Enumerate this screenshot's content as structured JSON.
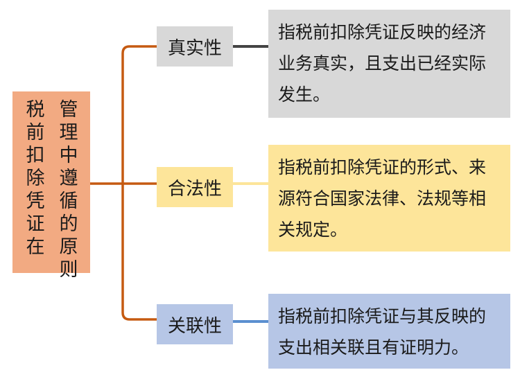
{
  "root": {
    "line1": "税前扣除凭证在",
    "line2": "管理中遵循的原则"
  },
  "principles": [
    {
      "label": "真实性",
      "description": "指税前扣除凭证反映的经济业务真实，且支出已经实际发生。",
      "color": "#d8d8d8",
      "connector": "#444444"
    },
    {
      "label": "合法性",
      "description": "指税前扣除凭证的形式、来源符合国家法律、法规等相关规定。",
      "color": "#fde59a",
      "connector": "#fde59a"
    },
    {
      "label": "关联性",
      "description": "指税前扣除凭证与其反映的支出相关联且有证明力。",
      "color": "#b6c6e6",
      "connector": "#5b8fd0"
    }
  ],
  "colors": {
    "root": "#f2aa82",
    "bracket": "#c55a11"
  }
}
